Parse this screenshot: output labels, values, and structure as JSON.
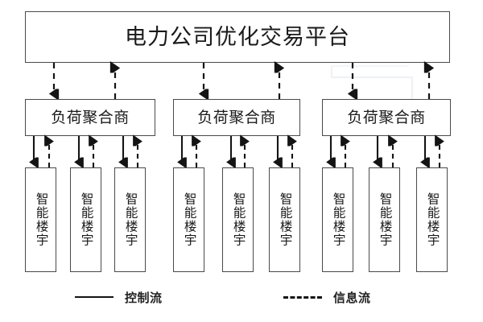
{
  "diagram": {
    "title_text": "电力公司优化交易平台",
    "platform": {
      "label": "电力公司优化交易平台",
      "name": "power-company-optimized-trading-platform"
    },
    "aggregators": [
      {
        "label": "负荷聚合商"
      },
      {
        "label": "负荷聚合商"
      },
      {
        "label": "负荷聚合商"
      }
    ],
    "buildings": [
      {
        "label": "智能楼宇"
      },
      {
        "label": "智能楼宇"
      },
      {
        "label": "智能楼宇"
      },
      {
        "label": "智能楼宇"
      },
      {
        "label": "智能楼宇"
      },
      {
        "label": "智能楼宇"
      },
      {
        "label": "智能楼宇"
      },
      {
        "label": "智能楼宇"
      },
      {
        "label": "智能楼宇"
      }
    ],
    "legend": {
      "control_flow": {
        "label": "控制流",
        "style": "solid",
        "color": "#141414"
      },
      "information_flow": {
        "label": "信息流",
        "style": "dashed",
        "color": "#141414"
      }
    },
    "colors": {
      "box_border": "#4a4a4a",
      "text": "#1a1a1a",
      "line": "#141414",
      "background": "#ffffff",
      "artifact": "#eef1f5"
    }
  }
}
